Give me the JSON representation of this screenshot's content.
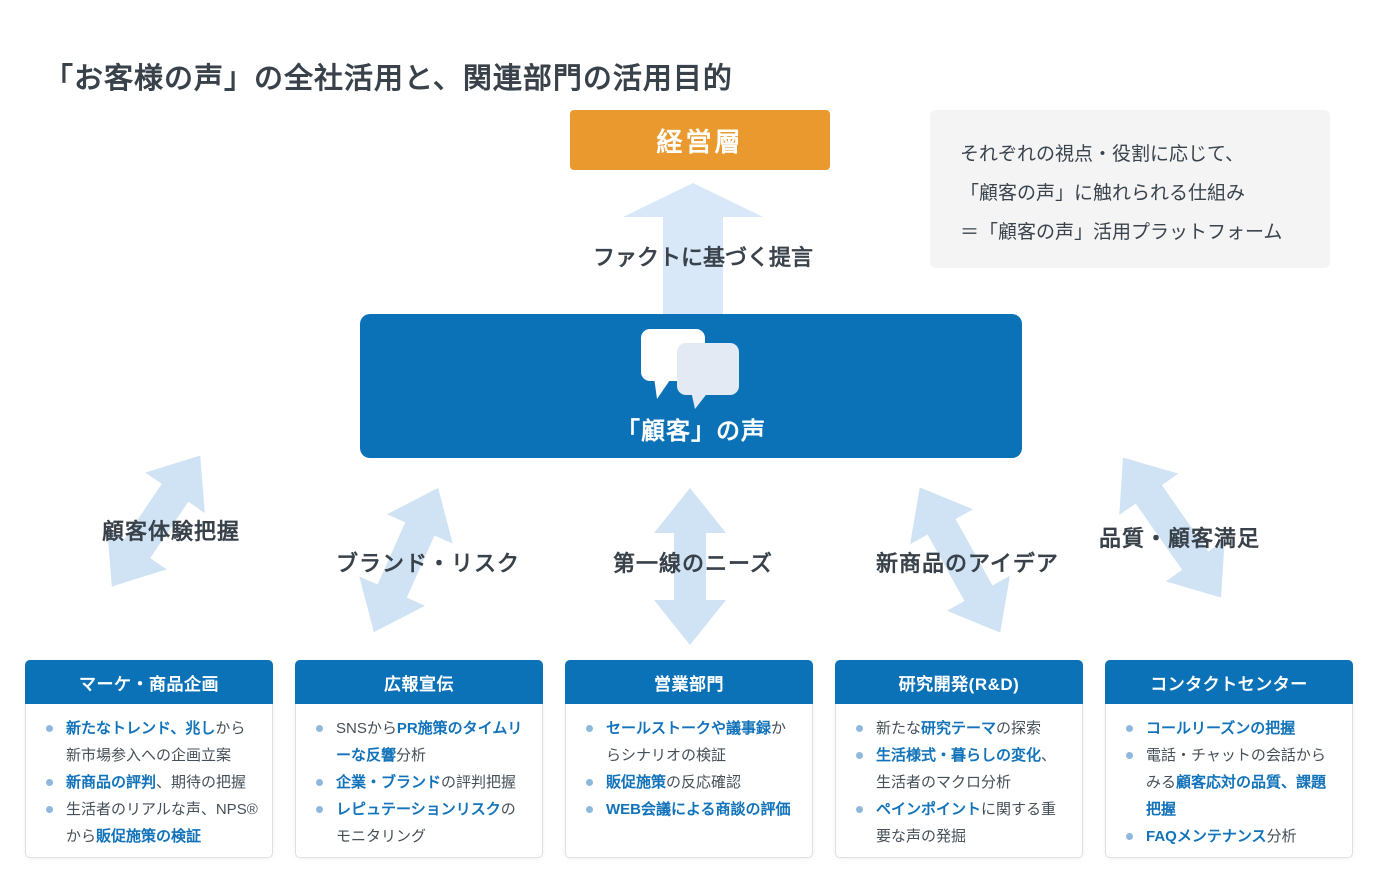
{
  "page": {
    "title": "「お客様の声」の全社活用と、関連部門の活用目的"
  },
  "management_box": {
    "label": "経営層"
  },
  "note_panel": {
    "lines": [
      "それぞれの視点・役割に応じて、",
      "「顧客の声」に触れられる仕組み",
      "＝「顧客の声」活用プラットフォーム"
    ]
  },
  "fact_arrow": {
    "label": "ファクトに基づく提言"
  },
  "voice_box": {
    "label": "「顧客」の声",
    "icon": "speech-bubbles-icon"
  },
  "link_labels": [
    {
      "label": "顧客体験把握"
    },
    {
      "label": "ブランド・リスク"
    },
    {
      "label": "第一線のニーズ"
    },
    {
      "label": "新商品のアイデア"
    },
    {
      "label": "品質・顧客満足"
    }
  ],
  "departments": [
    {
      "title": "マーケ・商品企画",
      "items": [
        [
          {
            "t": "新たなトレンド、兆し",
            "hl": true
          },
          {
            "t": "から新市場参入への企画立案",
            "hl": false
          }
        ],
        [
          {
            "t": "新商品の評判",
            "hl": true
          },
          {
            "t": "、期待の把握",
            "hl": false
          }
        ],
        [
          {
            "t": "生活者のリアルな声、NPS®から",
            "hl": false
          },
          {
            "t": "販促施策の検証",
            "hl": true
          }
        ]
      ]
    },
    {
      "title": "広報宣伝",
      "items": [
        [
          {
            "t": "SNSから",
            "hl": false
          },
          {
            "t": "PR施策のタイムリーな反響",
            "hl": true
          },
          {
            "t": "分析",
            "hl": false
          }
        ],
        [
          {
            "t": "企業・ブランド",
            "hl": true
          },
          {
            "t": "の評判把握",
            "hl": false
          }
        ],
        [
          {
            "t": "レピュテーションリスク",
            "hl": true
          },
          {
            "t": "のモニタリング",
            "hl": false
          }
        ]
      ]
    },
    {
      "title": "営業部門",
      "items": [
        [
          {
            "t": "セールストークや議事録",
            "hl": true
          },
          {
            "t": "からシナリオの検証",
            "hl": false
          }
        ],
        [
          {
            "t": "販促施策",
            "hl": true
          },
          {
            "t": "の反応確認",
            "hl": false
          }
        ],
        [
          {
            "t": "WEB会議による商談の評価",
            "hl": true
          }
        ]
      ]
    },
    {
      "title": "研究開発(R&D)",
      "items": [
        [
          {
            "t": "新たな",
            "hl": false
          },
          {
            "t": "研究テーマ",
            "hl": true
          },
          {
            "t": "の探索",
            "hl": false
          }
        ],
        [
          {
            "t": "生活様式・暮らしの変化",
            "hl": true
          },
          {
            "t": "、生活者のマクロ分析",
            "hl": false
          }
        ],
        [
          {
            "t": "ペインポイント",
            "hl": true
          },
          {
            "t": "に関する重要な声の発掘",
            "hl": false
          }
        ]
      ]
    },
    {
      "title": "コンタクトセンター",
      "items": [
        [
          {
            "t": "コールリーズンの把握",
            "hl": true
          }
        ],
        [
          {
            "t": "電話・チャットの会話からみる",
            "hl": false
          },
          {
            "t": "顧客応対の品質、課題把握",
            "hl": true
          }
        ],
        [
          {
            "t": "FAQメンテナンス",
            "hl": true
          },
          {
            "t": "分析",
            "hl": false
          }
        ]
      ]
    }
  ],
  "colors": {
    "primary_blue": "#0b72b8",
    "accent_orange": "#e9992e",
    "arrow_light_blue": "#cfe3f4",
    "up_arrow_light_blue": "#d8e8f8",
    "highlight_text_blue": "#1273ba",
    "note_bg": "#f4f4f5",
    "text_dark": "#3a434c",
    "bullet_blue": "#8fb9dc"
  }
}
